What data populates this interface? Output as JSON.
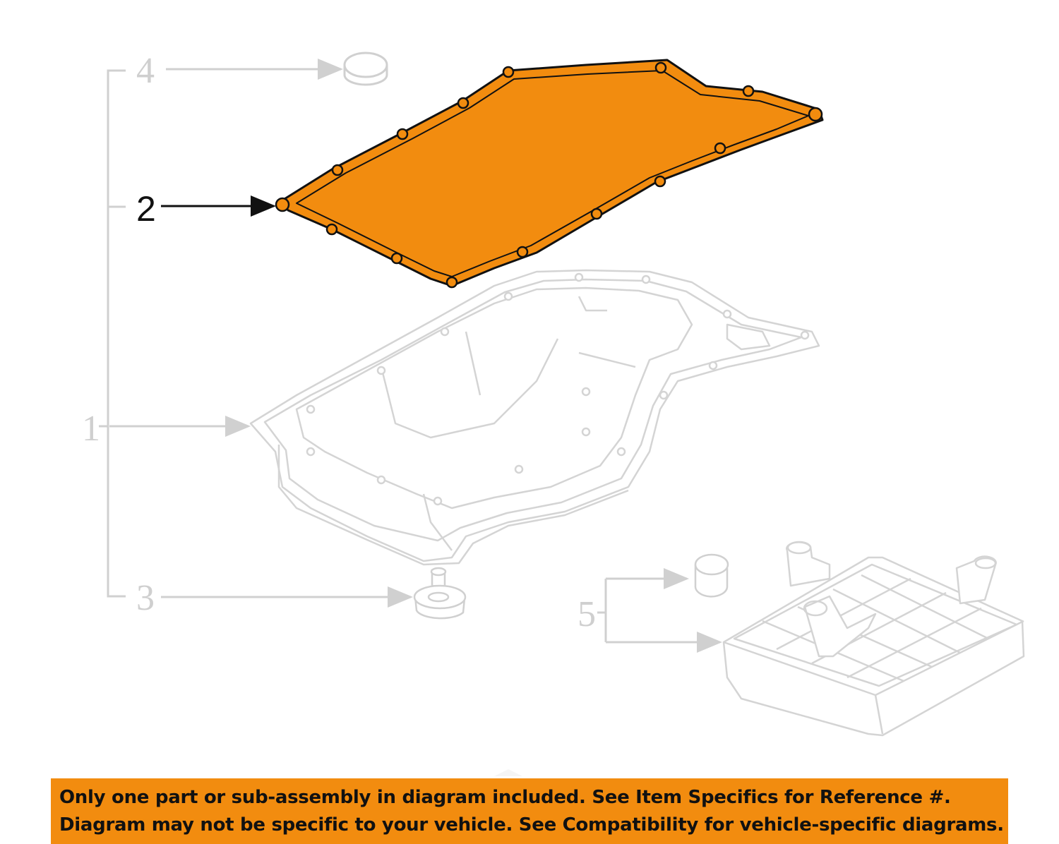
{
  "callouts": {
    "part_1": "1",
    "part_2": "2",
    "part_3": "3",
    "part_4": "4",
    "part_5": "5"
  },
  "highlighted_part": "2",
  "colors": {
    "highlight": "#f28c0f",
    "faded_line": "#d0d0d0",
    "active_line": "#111111",
    "notice_background": "#f28c0f"
  },
  "notice": {
    "line_1": "Only one part or sub-assembly in diagram included. See Item Specifics for Reference #.",
    "line_2": "Diagram may not be specific to your vehicle. See Compatibility for vehicle-specific diagrams."
  }
}
